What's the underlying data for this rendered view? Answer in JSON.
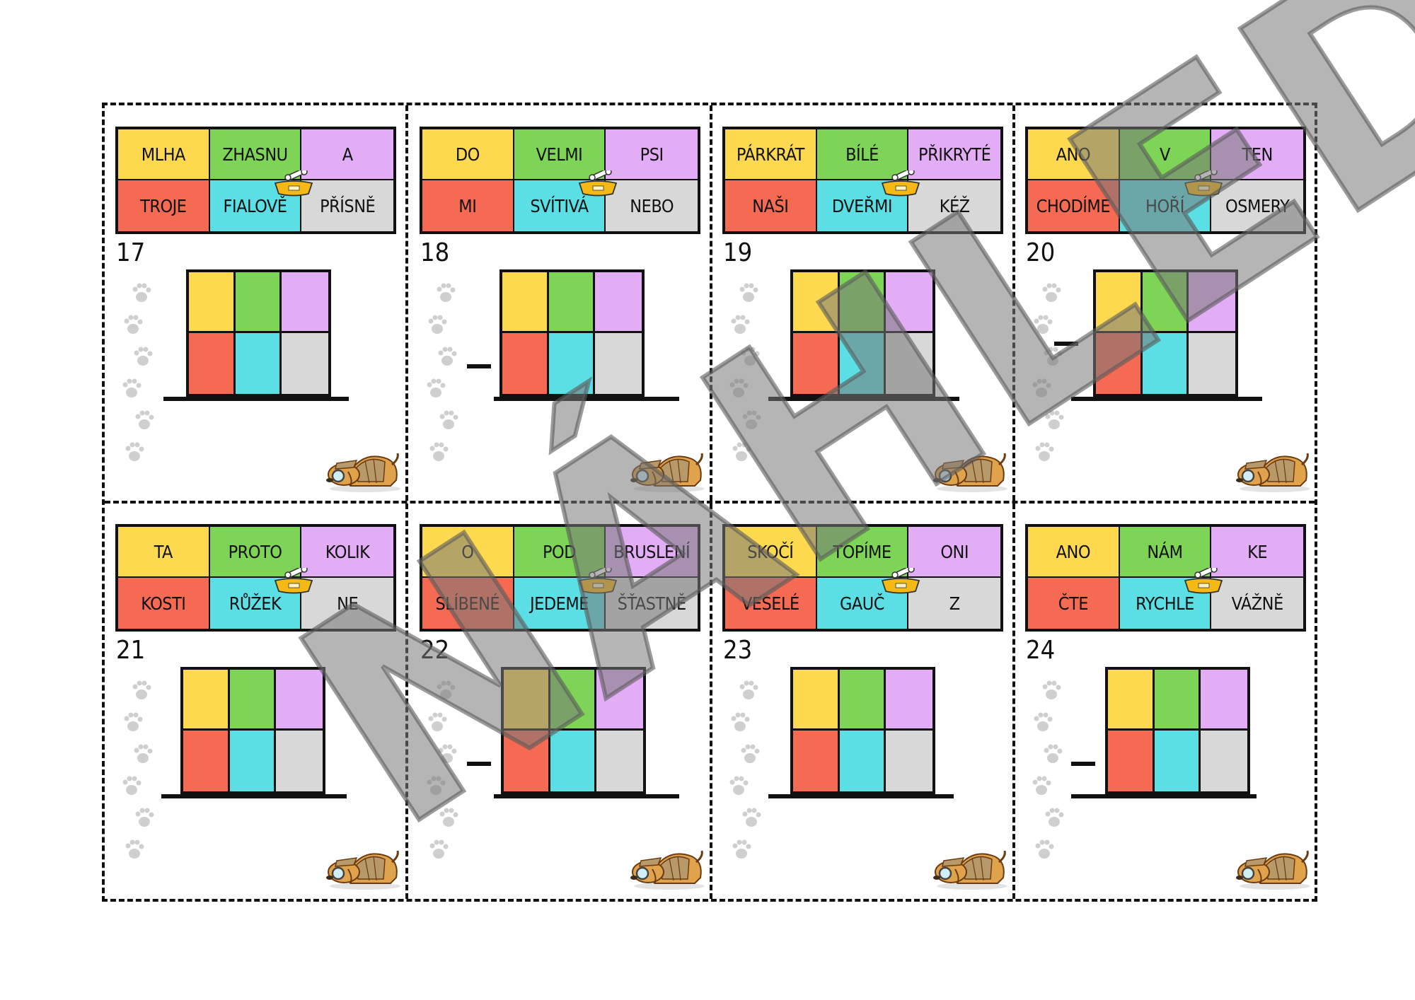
{
  "watermark": "NÁHLED",
  "colors": {
    "yellow": "#fcd94f",
    "green": "#7dd456",
    "purple": "#e2adf5",
    "red": "#f46a52",
    "cyan": "#5bdfe4",
    "gray": "#d8d8d8"
  },
  "cards": [
    {
      "number": "17",
      "words": [
        "MLHA",
        "ZHASNU",
        "A",
        "TROJE",
        "FIALOVĚ",
        "PŘÍSNĚ"
      ],
      "minus": false
    },
    {
      "number": "18",
      "words": [
        "DO",
        "VELMI",
        "PSI",
        "MI",
        "SVÍTIVÁ",
        "NEBO"
      ],
      "minus": true
    },
    {
      "number": "19",
      "words": [
        "PÁRKRÁT",
        "BÍLÉ",
        "PŘIKRYTÉ",
        "NAŠI",
        "DVEŘMI",
        "KÉŽ"
      ],
      "minus": false
    },
    {
      "number": "20",
      "words": [
        "ANO",
        "V",
        "TEN",
        "CHODÍME",
        "HOŘÍ",
        "OSMERY"
      ],
      "minus": true
    },
    {
      "number": "21",
      "words": [
        "TA",
        "PROTO",
        "KOLIK",
        "KOSTI",
        "RŮŽEK",
        "NE"
      ],
      "minus": false
    },
    {
      "number": "22",
      "words": [
        "O",
        "POD",
        "BRUSLENÍ",
        "SLÍBENÉ",
        "JEDEME",
        "ŠŤASTNĚ"
      ],
      "minus": true
    },
    {
      "number": "23",
      "words": [
        "SKOČÍ",
        "TOPÍME",
        "ONI",
        "VESELÉ",
        "GAUČ",
        "Z"
      ],
      "minus": false
    },
    {
      "number": "24",
      "words": [
        "ANO",
        "NÁM",
        "KE",
        "ČTE",
        "RYCHLE",
        "VÁŽNĚ"
      ],
      "minus": true
    }
  ]
}
